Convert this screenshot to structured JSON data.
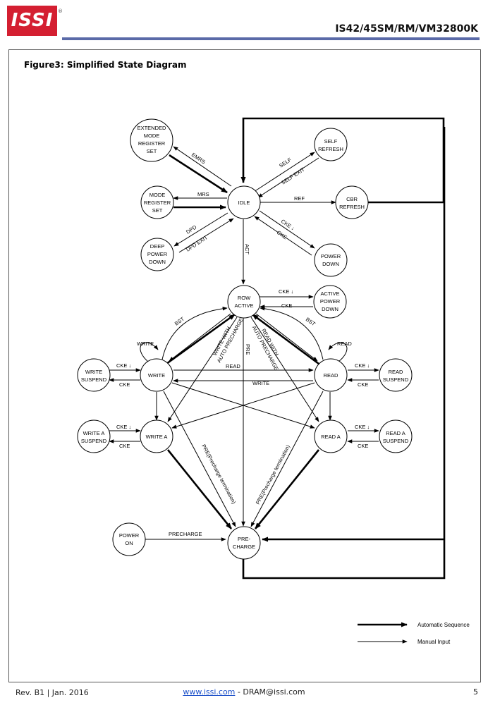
{
  "header": {
    "logo_text": "ISSI",
    "logo_reg": "®",
    "part_number": "IS42/45SM/RM/VM32800K"
  },
  "figure": {
    "title": "Figure3: Simplified State Diagram"
  },
  "states": {
    "emrs": [
      "EXTENDED",
      "MODE",
      "REGISTER",
      "SET"
    ],
    "self_refresh": [
      "SELF",
      "REFRESH"
    ],
    "mode_register_set": [
      "MODE",
      "REGISTER",
      "SET"
    ],
    "idle": [
      "IDLE"
    ],
    "cbr_refresh": [
      "CBR",
      "REFRESH"
    ],
    "deep_power_down": [
      "DEEP",
      "POWER",
      "DOWN"
    ],
    "power_down": [
      "POWER",
      "DOWN"
    ],
    "row_active": [
      "ROW",
      "ACTIVE"
    ],
    "active_power_down": [
      "ACTIVE",
      "POWER",
      "DOWN"
    ],
    "write_suspend": [
      "WRITE",
      "SUSPEND"
    ],
    "write": [
      "WRITE"
    ],
    "read": [
      "READ"
    ],
    "read_suspend": [
      "READ",
      "SUSPEND"
    ],
    "write_a_suspend": [
      "WRITE A",
      "SUSPEND"
    ],
    "write_a": [
      "WRITE A"
    ],
    "read_a": [
      "READ A"
    ],
    "read_a_suspend": [
      "READ A",
      "SUSPEND"
    ],
    "power_on": [
      "POWER",
      "ON"
    ],
    "precharge": [
      "PRE-",
      "CHARGE"
    ]
  },
  "labels": {
    "emrs": "EMRS",
    "self": "SELF",
    "self_exit": "SELF EXIT",
    "mrs": "MRS",
    "ref": "REF",
    "dpd": "DPD",
    "dpd_exit": "DPD EXIT",
    "cke_down_pd": "CKE ↓",
    "cke_pd": "CKE",
    "act": "ACT",
    "cke_down_apd": "CKE ↓",
    "cke_apd": "CKE",
    "bst_left": "BST",
    "bst_right": "BST",
    "write_loop": "WRITE",
    "read_loop": "READ",
    "write_with_ap": [
      "WRITE WITH",
      "AUTO PRECHARGE"
    ],
    "read_with_ap": [
      "READ WITH",
      "AUTO PRECHARGE"
    ],
    "pre": "PRE",
    "read_cross": "READ",
    "write_cross": "WRITE",
    "cke_down_ws": "CKE ↓",
    "cke_ws": "CKE",
    "cke_down_rs": "CKE ↓",
    "cke_rs": "CKE",
    "cke_down_was": "CKE ↓",
    "cke_was": "CKE",
    "cke_down_ras": "CKE ↓",
    "cke_ras": "CKE",
    "pre_term_left": "PRE(Precharge termination)",
    "pre_term_right": "PRE(Precharge termination)",
    "precharge": "PRECHARGE"
  },
  "legend": {
    "automatic": "Automatic Sequence",
    "manual": "Manual Input"
  },
  "footer": {
    "rev": "Rev. B1 | Jan. 2016",
    "website": "www.issi.com",
    "email": " - DRAM@issi.com",
    "page": "5"
  }
}
